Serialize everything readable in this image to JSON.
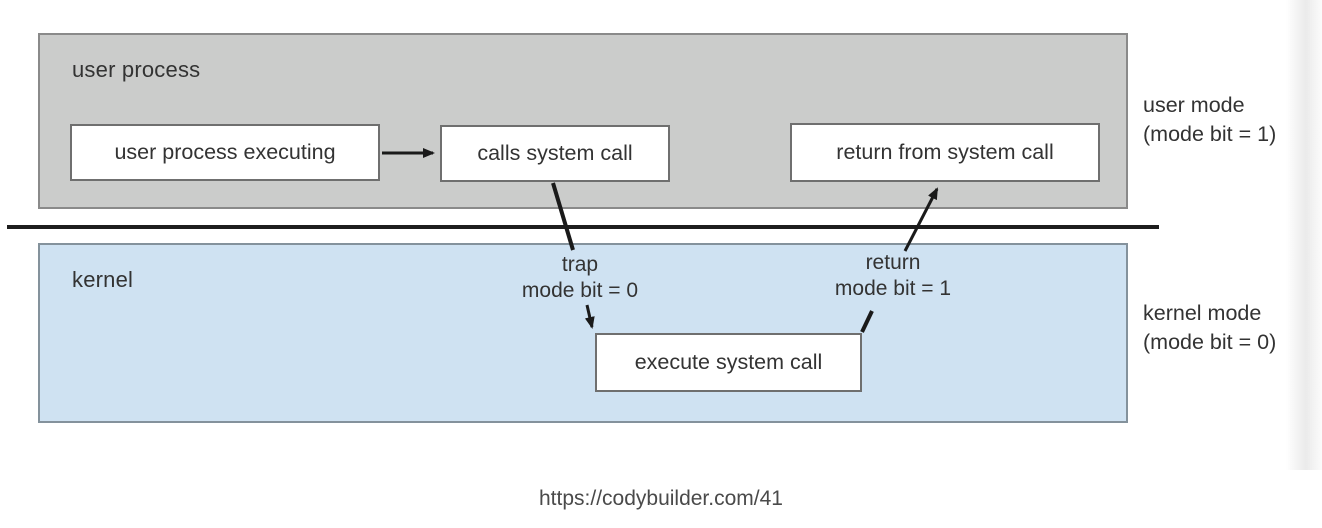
{
  "diagram": {
    "user_region": {
      "label": "user process"
    },
    "kernel_region": {
      "label": "kernel"
    },
    "boxes": {
      "user_process_executing": "user process executing",
      "calls_system_call": "calls system call",
      "return_from_system_call": "return from system call",
      "execute_system_call": "execute system call"
    },
    "transitions": {
      "trap": {
        "line1": "trap",
        "line2": "mode bit = 0"
      },
      "return": {
        "line1": "return",
        "line2": "mode bit = 1"
      }
    },
    "side_labels": {
      "user_mode": {
        "line1": "user mode",
        "line2": "(mode bit = 1)"
      },
      "kernel_mode": {
        "line1": "kernel mode",
        "line2": "(mode bit = 0)"
      }
    },
    "colors": {
      "user_region_fill": "#cbcccb",
      "user_region_border": "#8a8a8a",
      "kernel_region_fill": "#cfe2f2",
      "kernel_region_border": "#84929c",
      "node_fill": "#ffffff",
      "node_border": "#6f6f6f",
      "divider": "#1d1d1d",
      "arrow": "#1a1a1a",
      "text": "#333333"
    }
  },
  "footer": {
    "url": "https://codybuilder.com/41"
  }
}
